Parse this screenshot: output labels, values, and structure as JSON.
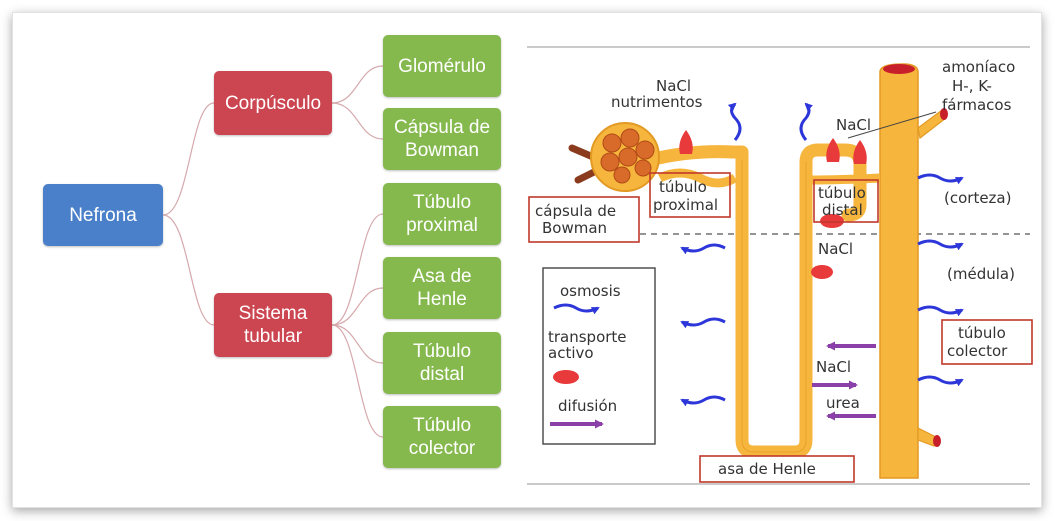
{
  "concept_map": {
    "root": "Nefrona",
    "branch_1": "Corpúsculo",
    "branch_2": "Sistema\ntubular",
    "leaves": [
      "Glomérulo",
      "Cápsula de\nBowman",
      "Túbulo\nproximal",
      "Asa de\nHenle",
      "Túbulo\ndistal",
      "Túbulo\ncolector"
    ]
  },
  "illustration": {
    "nacl_top": "NaCl",
    "nutrimentos": "nutrimentos",
    "nacl_distal": "NaCl",
    "amoniaco": "amoníaco",
    "h_k": "H-, K-",
    "farmacos": "fármacos",
    "tubulo_proximal_1": "túbulo",
    "tubulo_proximal_2": "proximal",
    "tubulo_distal_1": "túbulo",
    "tubulo_distal_2": "distal",
    "capsula_1": "cápsula de",
    "capsula_2": "Bowman",
    "corteza": "(corteza)",
    "medula": "(médula)",
    "nacl_middle": "NaCl",
    "tubulo_colector_1": "túbulo",
    "tubulo_colector_2": "colector",
    "nacl_lower": "NaCl",
    "urea": "urea",
    "asa_de_henle": "asa de Henle",
    "legend": {
      "osmosis": "osmosis",
      "transporte_1": "transporte",
      "transporte_2": "activo",
      "difusion": "difusión"
    }
  },
  "colors": {
    "root": "#4a7fc9",
    "branch": "#cc4651",
    "leaf": "#85b94e",
    "tubule": "#f5b33d",
    "osmosis_arrow": "#2c36d9",
    "active_transport": "#e8393b",
    "diffusion_arrow": "#8b3fa8"
  }
}
